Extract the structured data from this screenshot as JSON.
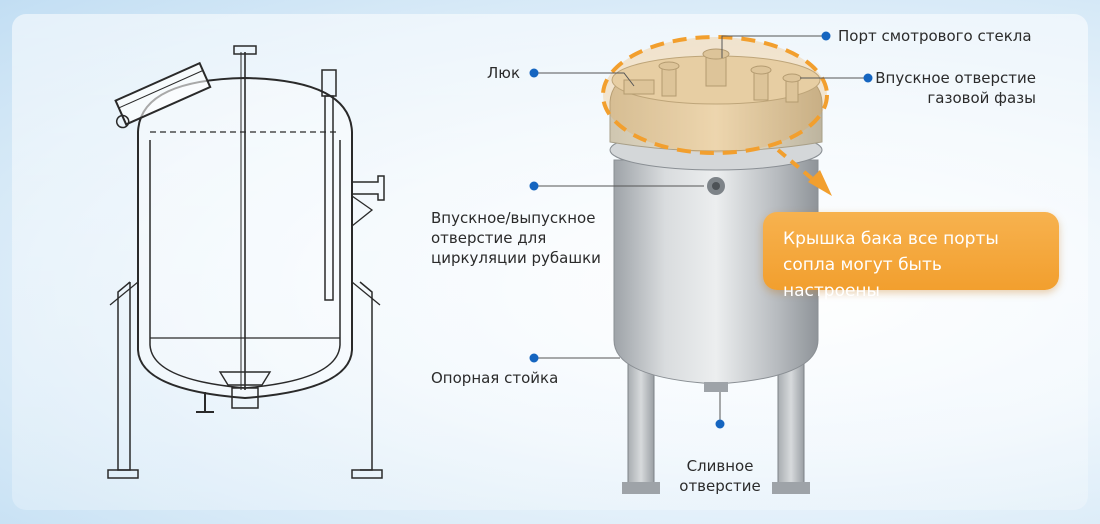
{
  "labels": {
    "hatch": "Люк",
    "sight_glass_port": "Порт смотрового стекла",
    "gas_inlet": "Впускное отверстие\nгазовой фазы",
    "jacket_port": "Впускное/выпускное\nотверстие для\nциркуляции рубашки",
    "support_leg": "Опорная стойка",
    "drain": "Сливное\nотверстие"
  },
  "callout": {
    "text": "Крышка бака все порты\nсопла могут быть настроены"
  },
  "colors": {
    "accent_orange": "#f29f2e",
    "pointer_blue": "#1565c0",
    "line_dark": "#2a2a2a",
    "tank_gray": "#c9cccf"
  }
}
